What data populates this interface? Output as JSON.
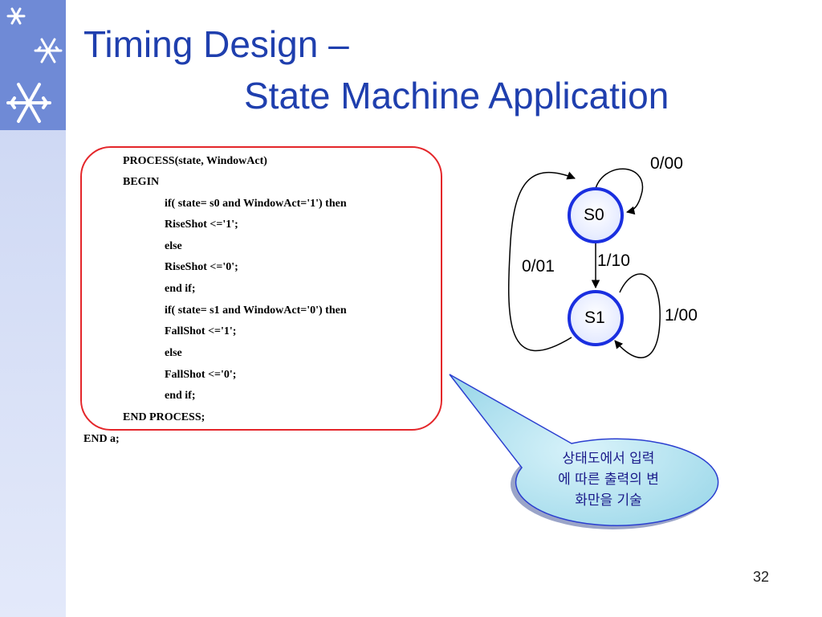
{
  "slide": {
    "title_line1": "Timing Design –",
    "title_line2": "State Machine Application",
    "page_number": "32"
  },
  "code": {
    "lines": [
      "PROCESS(state, WindowAct)",
      "BEGIN",
      "if( state= s0 and WindowAct='1') then",
      "RiseShot <='1';",
      "else",
      "RiseShot <='0';",
      "end if;",
      "if( state= s1 and WindowAct='0') then",
      "FallShot <='1';",
      "else",
      "FallShot <='0';",
      "end if;",
      "END PROCESS;",
      "END a;"
    ]
  },
  "state_diagram": {
    "states": [
      "S0",
      "S1"
    ],
    "transitions": {
      "s0_self": "0/00",
      "s0_to_s1": "1/10",
      "s1_to_s0": "0/01",
      "s1_self": "1/00"
    }
  },
  "callout": {
    "lines": [
      "상태도에서 입력",
      "에 따른 출력의 변",
      "화만을 기술"
    ]
  },
  "colors": {
    "title": "#1f3fae",
    "state_border": "#1a2fe0",
    "code_border": "#e4262a",
    "callout_fill": "#b9e6f2"
  }
}
